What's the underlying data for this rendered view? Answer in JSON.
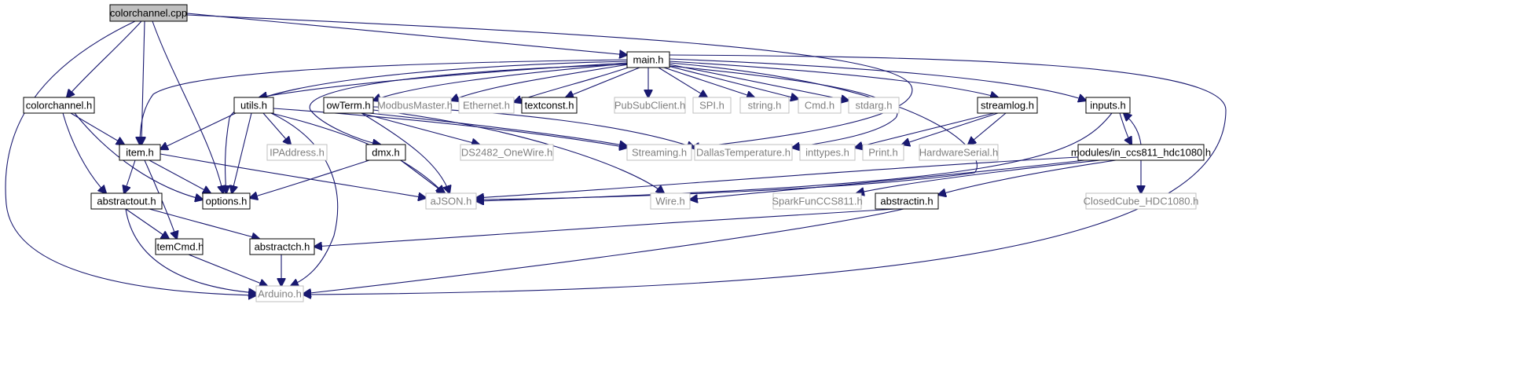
{
  "diagram": {
    "type": "include-dependency-graph",
    "colors": {
      "edge": "#191970",
      "root_fill": "#bfbfbf",
      "node_border": "#000000",
      "external_border": "#bfbfbf",
      "external_text": "#808080"
    },
    "nodes": [
      {
        "id": "colorchannel_cpp",
        "label": "colorchannel.cpp",
        "kind": "root"
      },
      {
        "id": "main_h",
        "label": "main.h",
        "kind": "solid"
      },
      {
        "id": "colorchannel_h",
        "label": "colorchannel.h",
        "kind": "solid"
      },
      {
        "id": "utils_h",
        "label": "utils.h",
        "kind": "solid"
      },
      {
        "id": "owterm_h",
        "label": "owTerm.h",
        "kind": "solid"
      },
      {
        "id": "modbusmaster_h",
        "label": "ModbusMaster.h",
        "kind": "ext"
      },
      {
        "id": "ethernet_h",
        "label": "Ethernet.h",
        "kind": "ext"
      },
      {
        "id": "textconst_h",
        "label": "textconst.h",
        "kind": "solid"
      },
      {
        "id": "pubsubclient_h",
        "label": "PubSubClient.h",
        "kind": "ext"
      },
      {
        "id": "spi_h",
        "label": "SPI.h",
        "kind": "ext"
      },
      {
        "id": "string_h",
        "label": "string.h",
        "kind": "ext"
      },
      {
        "id": "cmd_h",
        "label": "Cmd.h",
        "kind": "ext"
      },
      {
        "id": "stdarg_h",
        "label": "stdarg.h",
        "kind": "ext"
      },
      {
        "id": "streamlog_h",
        "label": "streamlog.h",
        "kind": "solid"
      },
      {
        "id": "inputs_h",
        "label": "inputs.h",
        "kind": "solid"
      },
      {
        "id": "item_h",
        "label": "item.h",
        "kind": "solid"
      },
      {
        "id": "ipaddress_h",
        "label": "IPAddress.h",
        "kind": "ext"
      },
      {
        "id": "dmx_h",
        "label": "dmx.h",
        "kind": "solid"
      },
      {
        "id": "ds2482_h",
        "label": "DS2482_OneWire.h",
        "kind": "ext"
      },
      {
        "id": "streaming_h",
        "label": "Streaming.h",
        "kind": "ext"
      },
      {
        "id": "dallas_h",
        "label": "DallasTemperature.h",
        "kind": "ext"
      },
      {
        "id": "inttypes_h",
        "label": "inttypes.h",
        "kind": "ext"
      },
      {
        "id": "print_h",
        "label": "Print.h",
        "kind": "ext"
      },
      {
        "id": "hwserial_h",
        "label": "HardwareSerial.h",
        "kind": "ext"
      },
      {
        "id": "ccs811_h",
        "label": "modules/in_ccs811_hdc1080.h",
        "kind": "solid"
      },
      {
        "id": "abstractout_h",
        "label": "abstractout.h",
        "kind": "solid"
      },
      {
        "id": "options_h",
        "label": "options.h",
        "kind": "solid"
      },
      {
        "id": "ajson_h",
        "label": "aJSON.h",
        "kind": "ext"
      },
      {
        "id": "wire_h",
        "label": "Wire.h",
        "kind": "ext"
      },
      {
        "id": "sparkfun_h",
        "label": "SparkFunCCS811.h",
        "kind": "ext"
      },
      {
        "id": "abstractin_h",
        "label": "abstractin.h",
        "kind": "solid"
      },
      {
        "id": "closedcube_h",
        "label": "ClosedCube_HDC1080.h",
        "kind": "ext"
      },
      {
        "id": "itemcmd_h",
        "label": "itemCmd.h",
        "kind": "solid"
      },
      {
        "id": "abstractch_h",
        "label": "abstractch.h",
        "kind": "solid"
      },
      {
        "id": "arduino_h",
        "label": "Arduino.h",
        "kind": "ext"
      }
    ]
  }
}
